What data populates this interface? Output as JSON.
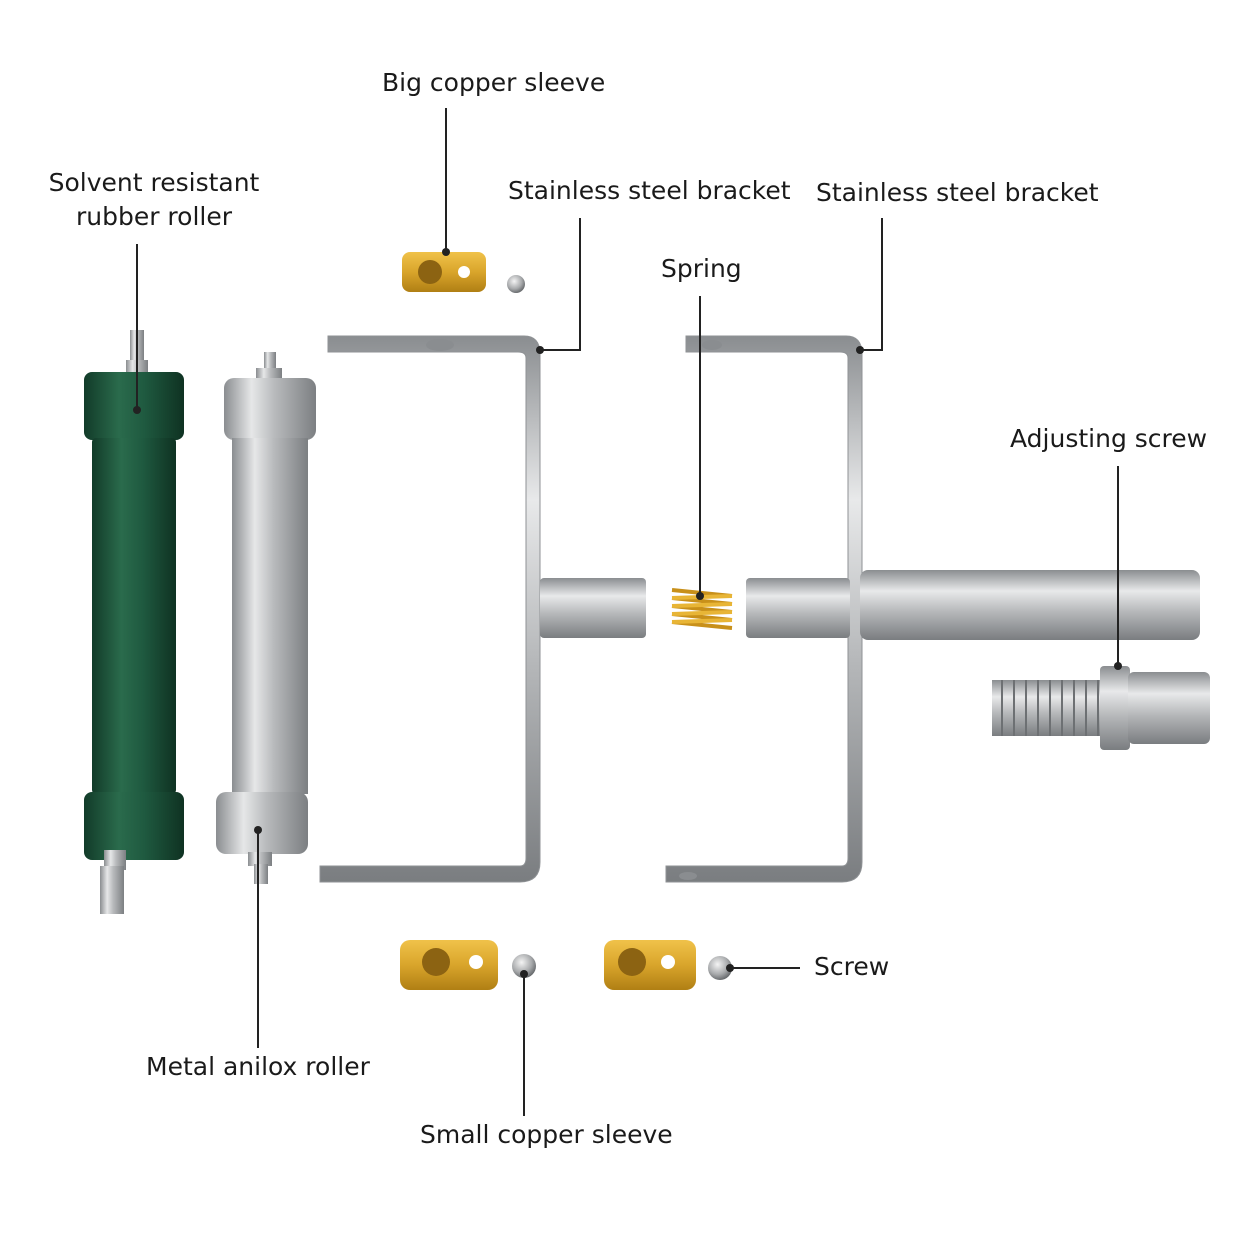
{
  "labels": {
    "big_copper_sleeve": "Big copper sleeve",
    "rubber_roller_line1": "Solvent resistant",
    "rubber_roller_line2": "rubber roller",
    "bracket_left": "Stainless steel bracket",
    "bracket_right": "Stainless steel bracket",
    "spring": "Spring",
    "adjusting_screw": "Adjusting screw",
    "screw": "Screw",
    "metal_anilox_roller": "Metal anilox roller",
    "small_copper_sleeve": "Small copper sleeve"
  },
  "colors": {
    "rubber_green": "#1f5a40",
    "steel": "#c4c6c8",
    "copper": "#d9a52b",
    "leader": "#222222"
  },
  "icons": {
    "rubber_roller": "green-rubber-roller",
    "anilox_roller": "steel-anilox-roller",
    "bracket": "bent-steel-bracket",
    "spring": "coil-spring",
    "sleeve": "copper-sleeve-block",
    "screw": "steel-ball-screw",
    "adjusting_screw": "knurled-thumb-screw"
  }
}
